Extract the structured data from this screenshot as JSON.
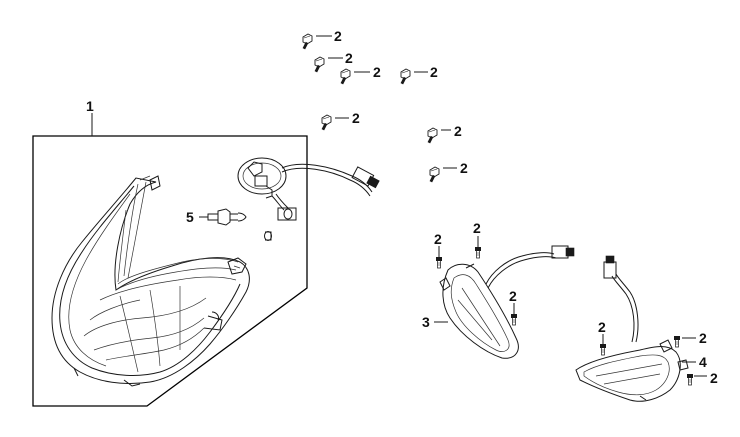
{
  "colors": {
    "line": "#1a1a1a",
    "background": "#ffffff"
  },
  "callouts": {
    "headlight": "1",
    "bolt_1": "2",
    "bolt_2": "2",
    "bolt_3": "2",
    "bolt_4": "2",
    "bolt_5": "2",
    "bolt_6": "2",
    "bolt_7": "2",
    "bolt_8": "2",
    "bolt_9": "2",
    "bolt_10": "2",
    "bolt_11": "2",
    "bolt_12": "2",
    "bolt_13": "2",
    "right_winker": "3",
    "left_winker": "4",
    "bulb": "5"
  }
}
